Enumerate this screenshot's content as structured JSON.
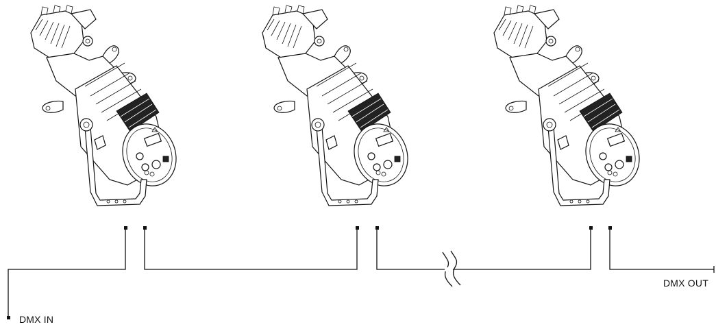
{
  "labels": {
    "dmx_in": "DMX IN",
    "dmx_out": "DMX OUT"
  },
  "fixtures": [
    {
      "id": "fixture-1"
    },
    {
      "id": "fixture-2"
    },
    {
      "id": "fixture-3"
    }
  ],
  "colors": {
    "line": "#111111",
    "background": "#ffffff"
  }
}
